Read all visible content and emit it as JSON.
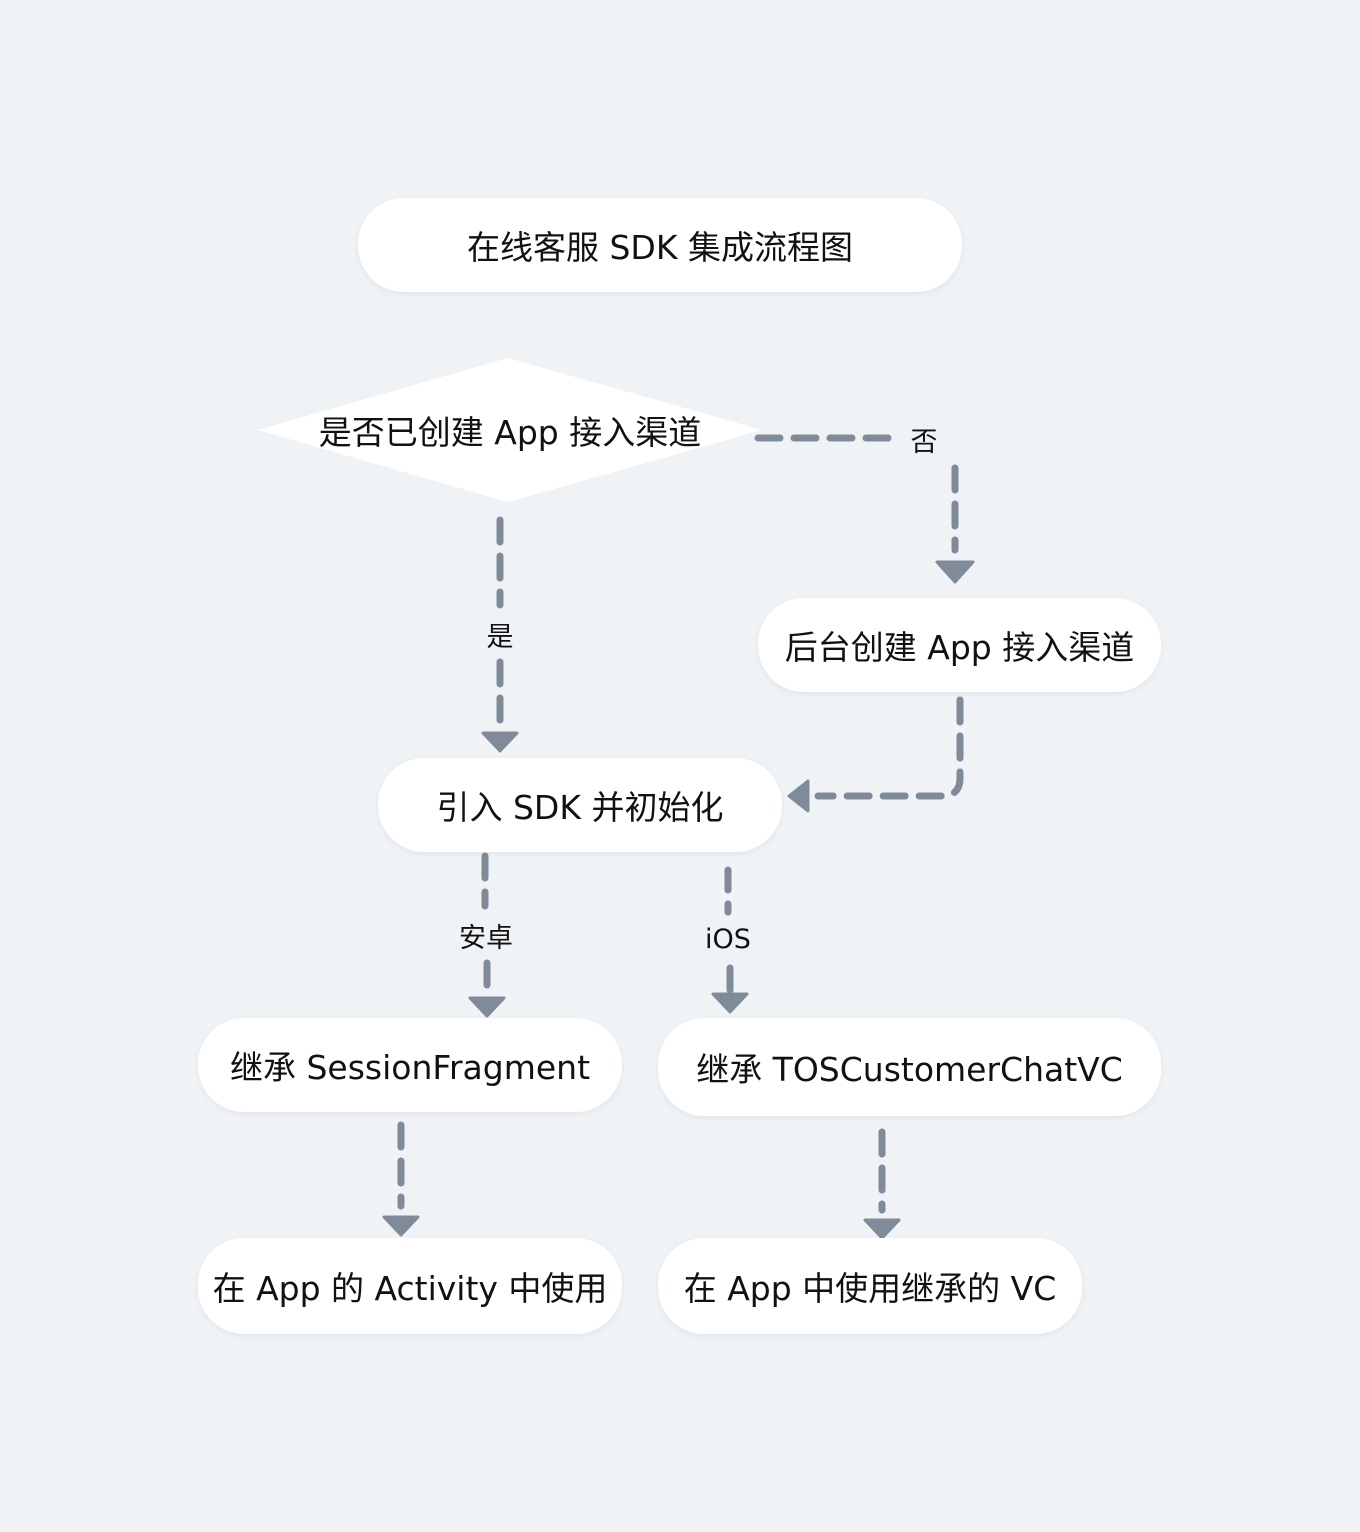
{
  "diagram": {
    "nodes": {
      "title": "在线客服 SDK 集成流程图",
      "decision": "是否已创建 App 接入渠道",
      "create_channel": "后台创建 App 接入渠道",
      "init_sdk": "引入 SDK 并初始化",
      "android_inherit": "继承 SessionFragment",
      "ios_inherit": "继承 TOSCustomerChatVC",
      "android_use": "在 App 的 Activity 中使用",
      "ios_use": "在 App 中使用继承的 VC"
    },
    "edge_labels": {
      "no": "否",
      "yes": "是",
      "android": "安卓",
      "ios": "iOS"
    },
    "colors": {
      "background": "#f0f3f6",
      "node_fill": "#ffffff",
      "connector": "#7f8b98",
      "text": "#111111"
    }
  }
}
